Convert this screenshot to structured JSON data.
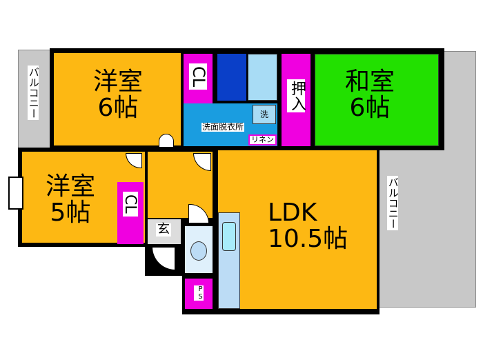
{
  "rooms": {
    "western1": {
      "name": "洋室",
      "size": "6帖"
    },
    "western2": {
      "name": "洋室",
      "size": "5帖"
    },
    "japanese": {
      "name": "和室",
      "size": "6帖"
    },
    "ldk": {
      "name": "LDK",
      "size": "10.5帖"
    },
    "closet1": "CL",
    "closet2": "CL",
    "oshiire": "押入",
    "washroom": "洗面脱衣所",
    "washer": "洗",
    "linen": "リネン",
    "entrance": "玄",
    "ps": "PS",
    "balcony_left": "バルコニー",
    "balcony_right": "バルコニー"
  },
  "colors": {
    "room": "#FDB813",
    "storage": "#F000E0",
    "tatami": "#22E000",
    "bath": "#0A3FC8",
    "washroom": "#1A9DE0",
    "balcony": "#C8C8C8"
  }
}
